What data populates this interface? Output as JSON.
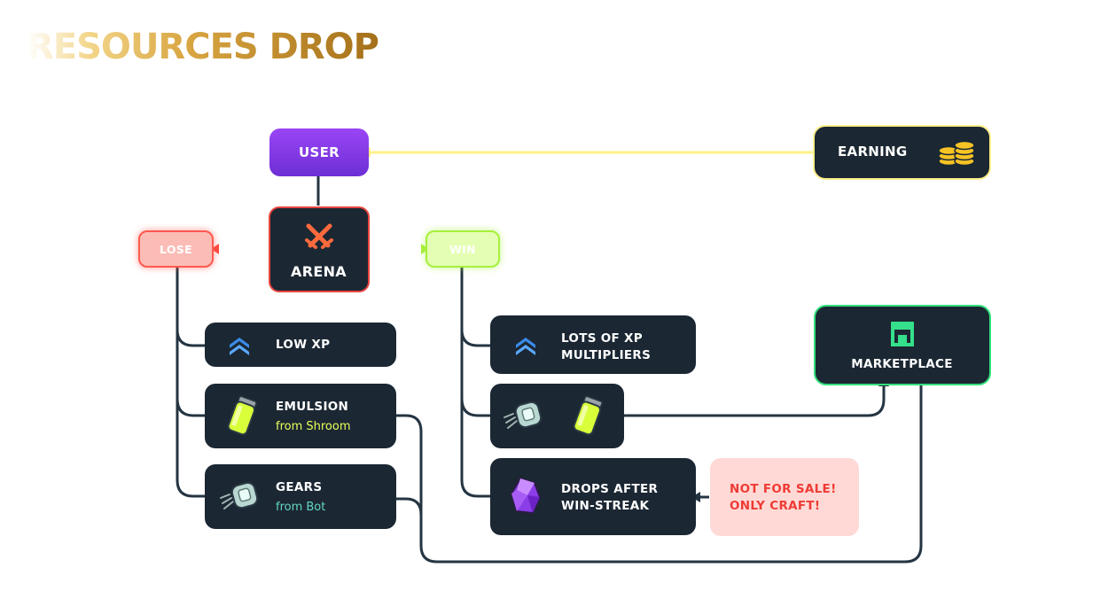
{
  "title": "RESOURCES DROP",
  "colors": {
    "node_dark": "#1b2733",
    "user": "#7c3ae8",
    "arena_border": "#e8443f",
    "lose_fill": "#fcbcb6",
    "win_fill": "#e4ffb3",
    "earning_border": "#fff08a",
    "marketplace_border": "#34e07c",
    "emulsion_sub": "#e8ff5a",
    "gears_sub": "#63d6c2",
    "warning_text": "#ee3b35",
    "warning_fill": "#ffd9d6"
  },
  "nodes": {
    "user": "USER",
    "earning": "EARNING",
    "arena": "ARENA",
    "lose": "LOSE",
    "win": "WIN",
    "marketplace": "MARKETPLACE",
    "low_xp": "LOW XP",
    "emulsion": {
      "label": "EMULSION",
      "source": "from Shroom"
    },
    "gears": {
      "label": "GEARS",
      "source": "from Bot"
    },
    "xp_multipliers": {
      "line1": "LOTS OF XP",
      "line2": "MULTIPLIERS"
    },
    "drops": {
      "line1": "DROPS AFTER",
      "line2": "WIN-STREAK"
    },
    "not_for_sale": {
      "line1": "NOT FOR SALE!",
      "line2": "ONLY CRAFT!"
    }
  },
  "icons": {
    "arena": "crossed-swords-icon",
    "earning": "coin-stack-icon",
    "marketplace": "shop-icon",
    "xp": "double-chevron-up-icon",
    "emulsion": "emulsion-vial-icon",
    "gears": "gear-capsule-icon",
    "drops": "purple-crystal-icon"
  }
}
